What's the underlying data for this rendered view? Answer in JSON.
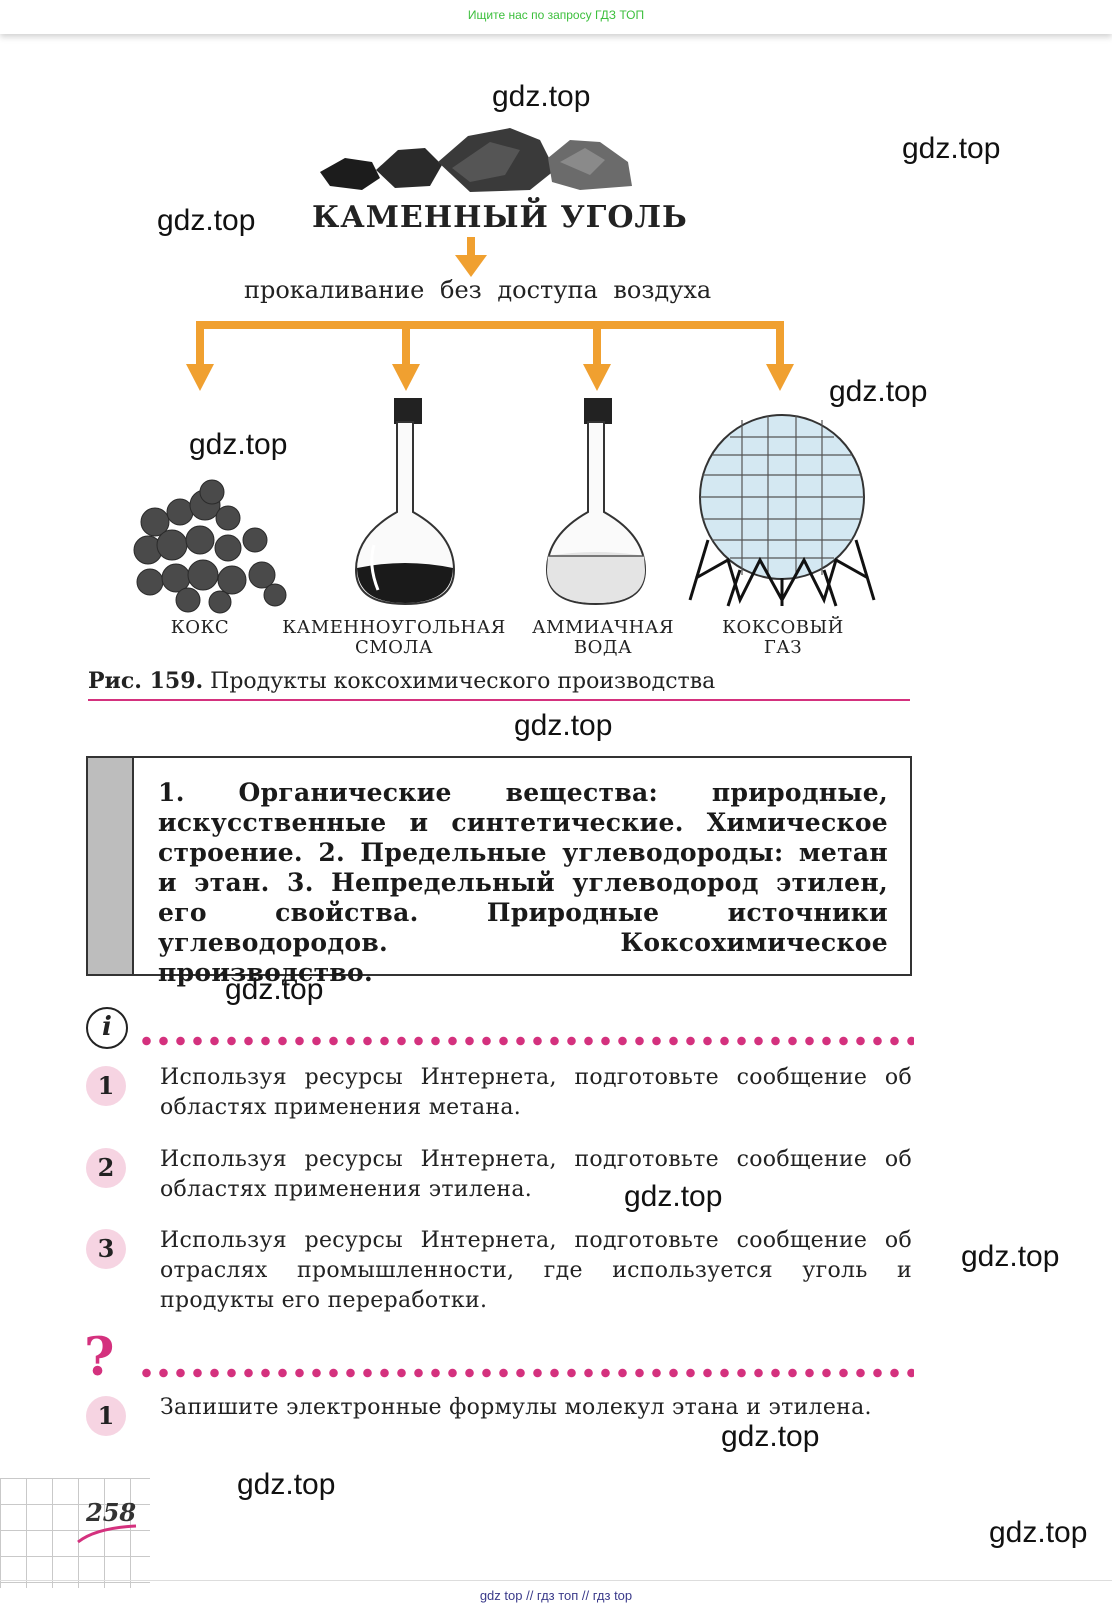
{
  "top_banner": "Ищите нас по запросу ГДЗ ТОП",
  "watermark": "gdz.top",
  "figure": {
    "source_title": "КАМЕННЫЙ УГОЛЬ",
    "process": "прокаливание без доступа воздуха",
    "products": [
      {
        "line1": "КОКС",
        "line2": ""
      },
      {
        "line1": "КАМЕННОУГОЛЬНАЯ",
        "line2": "СМОЛА"
      },
      {
        "line1": "АММИАЧНАЯ",
        "line2": "ВОДА"
      },
      {
        "line1": "КОКСОВЫЙ",
        "line2": "ГАЗ"
      }
    ],
    "caption_number": "Рис. 159.",
    "caption_text": "Продукты коксохимического производства"
  },
  "summary": "1. Органические вещества: природные, искусственные и синтетические. Химическое строение. 2. Предельные углеводороды: метан и этан. 3. Непредельный углеводород этилен, его свойства. Природные источники углеводородов. Коксохимическое производство.",
  "info_icon": "i",
  "tasks": [
    {
      "number": "1",
      "text": "Используя ресурсы Интернета, подготовьте сообщение об областях применения метана."
    },
    {
      "number": "2",
      "text": "Используя ресурсы Интернета, подготовьте сообщение об областях применения этилена."
    },
    {
      "number": "3",
      "text": "Используя ресурсы Интернета, подготовьте сообщение об отраслях промышленности, где используется уголь и продукты его переработки."
    }
  ],
  "question_mark": "?",
  "questions": [
    {
      "number": "1",
      "text": "Запишите электронные формулы молекул этана и этилена."
    }
  ],
  "page_number": "258",
  "footer": "gdz top // гдз топ // гдз top",
  "colors": {
    "accent": "#d4317e",
    "arrow": "#f0a030",
    "banner": "#3cbf3c"
  }
}
